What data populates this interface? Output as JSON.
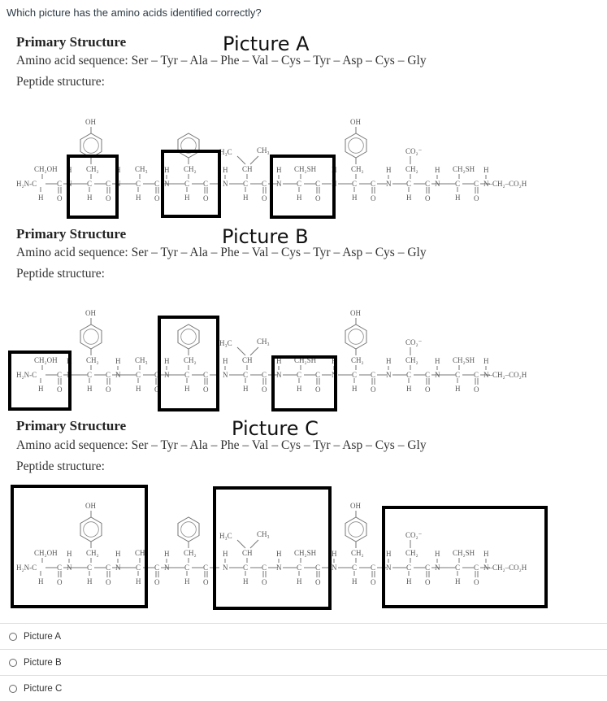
{
  "question": {
    "text": "Which picture has the amino acids identified correctly?"
  },
  "pictures": [
    {
      "title": "Picture A",
      "heading": "Primary Structure",
      "sequence": "Amino acid sequence: Ser – Tyr – Ala – Phe – Val – Cys – Tyr – Asp – Cys – Gly",
      "peptide_label": "Peptide structure:",
      "boxes": [
        [
          84,
          66,
          60,
          75
        ],
        [
          200,
          60,
          70,
          80
        ],
        [
          334,
          66,
          77,
          75
        ]
      ]
    },
    {
      "title": "Picture B",
      "heading": "Primary Structure",
      "sequence": "Amino acid sequence: Ser – Tyr – Ala – Phe – Val – Cys – Tyr – Asp – Cys – Gly",
      "peptide_label": "Peptide structure:",
      "boxes": [
        [
          12,
          72,
          74,
          70
        ],
        [
          196,
          29,
          72,
          114
        ],
        [
          336,
          78,
          77,
          65
        ]
      ]
    },
    {
      "title": "Picture C",
      "heading": "Primary Structure",
      "sequence": "Amino acid sequence: Ser – Tyr – Ala – Phe – Val – Cys – Tyr – Asp – Cys – Gly",
      "peptide_label": "Peptide structure:",
      "boxes": [
        [
          15,
          10,
          165,
          148
        ],
        [
          264,
          12,
          142,
          148
        ],
        [
          472,
          36,
          200,
          122
        ]
      ]
    }
  ],
  "structure_labels": {
    "oh": "OH",
    "ch2oh": "CH₂OH",
    "ch2": "CH₂",
    "ch3": "CH₃",
    "h3c": "H₃C",
    "ch": "CH",
    "ch2sh": "CH₂SH",
    "co2": "CO₂⁻",
    "h2n": "H₂N",
    "tail": "N–CH₂–CO₂H",
    "h": "H",
    "o": "O",
    "c": "C",
    "n": "N"
  },
  "answers": [
    {
      "label": "Picture A",
      "selected": false
    },
    {
      "label": "Picture B",
      "selected": false
    },
    {
      "label": "Picture C",
      "selected": false
    }
  ]
}
